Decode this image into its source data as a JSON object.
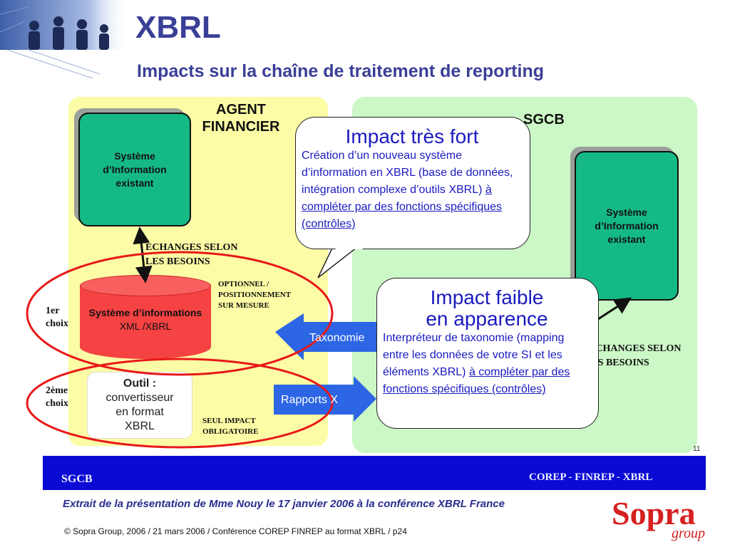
{
  "title": "XBRL",
  "subtitle": "Impacts sur la chaîne de traitement de reporting",
  "agent_panel": {
    "heading_line1": "AGENT",
    "heading_line2": "FINANCIER"
  },
  "sgcb_panel": {
    "heading": "SGCB"
  },
  "agent_system": {
    "line1": "Système",
    "line2": "d’Information",
    "line3": "existant"
  },
  "sgcb_system": {
    "line1": "Système",
    "line2": "d’Information",
    "line3": "existant"
  },
  "exchanges_left": {
    "line1": "ECHANGES SELON",
    "line2": "LES BESOINS"
  },
  "exchanges_right": {
    "line1": "ECHANGES SELON",
    "line2": "LES BESOINS"
  },
  "optional_label": {
    "line1": "OPTIONNEL /",
    "line2": "POSITIONNEMENT",
    "line3": "SUR MESURE"
  },
  "first_choice": {
    "line1": "1er",
    "line2": "choix"
  },
  "second_choice": {
    "line1": "2ème",
    "line2": "choix"
  },
  "xml_system": {
    "line1": "Système d’informations",
    "line2": "XML /XBRL"
  },
  "tool_box": {
    "line1": "Outil :",
    "line2": "convertisseur",
    "line3": "en format",
    "line4": "XBRL"
  },
  "mandatory_label": {
    "line1": "SEUL IMPACT",
    "line2": "OBLIGATOIRE"
  },
  "arrows": {
    "taxonomy": "Taxonomie",
    "reports": "Rapports X"
  },
  "callout_strong": {
    "heading": "Impact très fort",
    "body": "Création d’un nouveau système d’information en XBRL (base de données, intégration complexe d’outils XBRL) ",
    "link": "à compléter par des fonctions spécifiques (contrôles)"
  },
  "callout_weak": {
    "heading_line1": "Impact faible",
    "heading_line2": "en apparence",
    "body": "Interpréteur de taxonomie (mapping entre les données de votre SI et les éléments XBRL) ",
    "link": "à compléter par des fonctions spécifiques (contrôles)"
  },
  "footer": {
    "left": "SGCB",
    "right": "COREP - FINREP - XBRL",
    "page_number": "11"
  },
  "caption": "Extrait de la présentation de Mme Nouy le 17 janvier 2006 à la conférence XBRL France",
  "copyright": "© Sopra Group, 2006 / 21 mars 2006 / Conférence COREP FINREP au format XBRL / p24",
  "logo": {
    "name": "Sopra",
    "sub": "group",
    "color": "#d62020"
  },
  "colors": {
    "title": "#3a3f96",
    "agent_panel": "#fcfca6",
    "sgcb_panel": "#ccf7c6",
    "system_box": "#15b985",
    "xml_cylinder": "#f54242",
    "arrow_blue": "#2c66e4",
    "ellipse_red": "#e81818",
    "footer_band": "#0a0ad4",
    "callout_text": "#1a1ac0"
  }
}
